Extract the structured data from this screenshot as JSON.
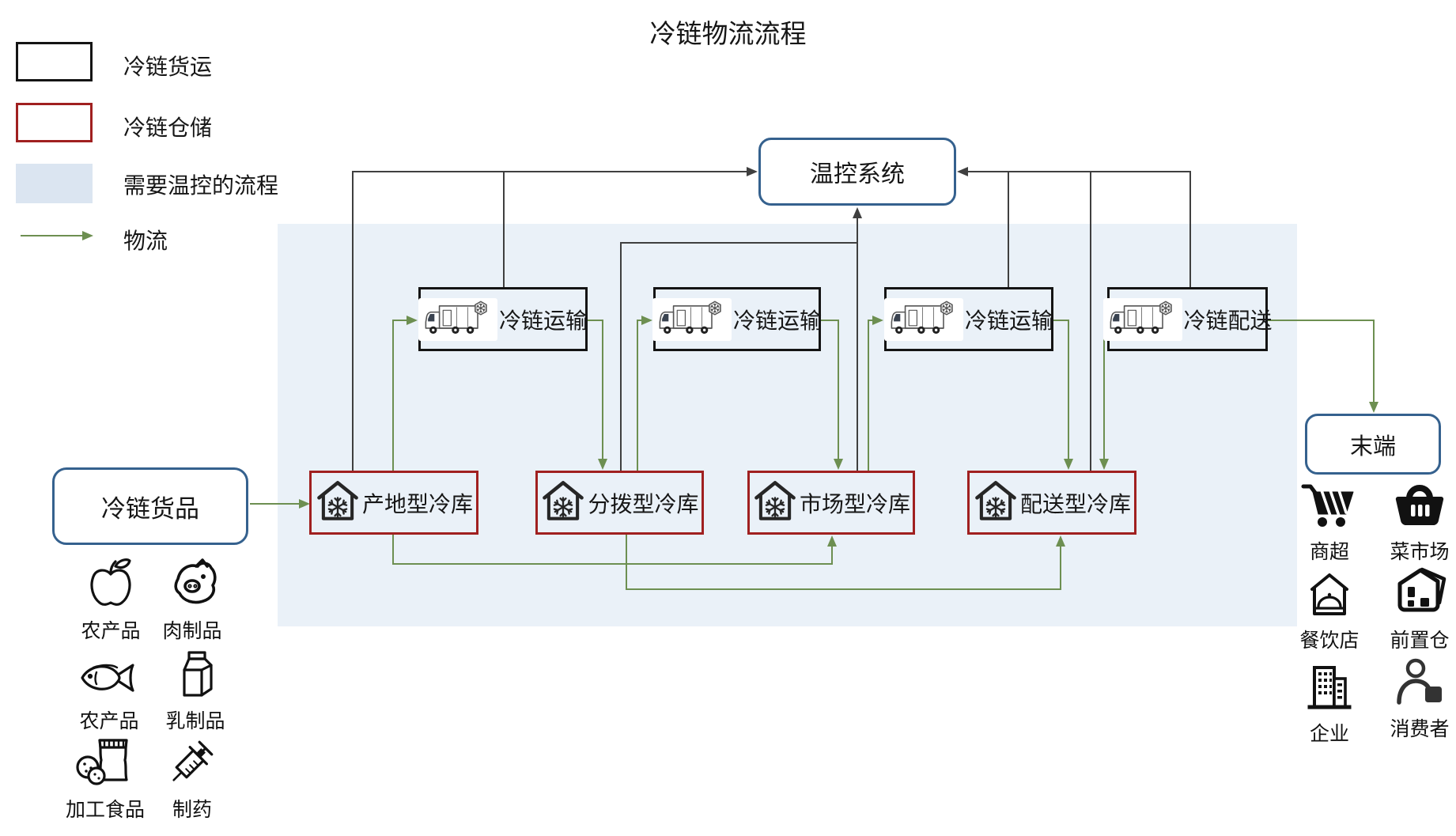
{
  "title": "冷链物流流程",
  "legend": {
    "freight_label": "冷链货运",
    "storage_label": "冷链仓储",
    "temp_label": "需要温控的流程",
    "logistics_label": "物流"
  },
  "colors": {
    "freight_border": "#141414",
    "storage_border": "#a02020",
    "temp_zone_fill": "#eaf1f8",
    "legend_temp_fill": "#dbe5f1",
    "logistics_green": "#6d8f51",
    "monitor_line": "#3f3f3f",
    "node_border_blue": "#35618e"
  },
  "nodes": {
    "temp_control": {
      "label": "温控系统"
    },
    "goods": {
      "label": "冷链货品"
    },
    "terminal": {
      "label": "末端"
    },
    "transports": [
      {
        "label": "冷链运输",
        "icon": "refrigerated-truck"
      },
      {
        "label": "冷链运输",
        "icon": "refrigerated-truck"
      },
      {
        "label": "冷链运输",
        "icon": "refrigerated-truck"
      },
      {
        "label": "冷链配送",
        "icon": "refrigerated-truck"
      }
    ],
    "storages": [
      {
        "label": "产地型冷库",
        "icon": "cold-house"
      },
      {
        "label": "分拨型冷库",
        "icon": "cold-house"
      },
      {
        "label": "市场型冷库",
        "icon": "cold-house"
      },
      {
        "label": "配送型冷库",
        "icon": "cold-house"
      }
    ]
  },
  "goods_types": [
    {
      "icon": "apple",
      "label": "农产品"
    },
    {
      "icon": "pig",
      "label": "肉制品"
    },
    {
      "icon": "fish",
      "label": "农产品"
    },
    {
      "icon": "milk",
      "label": "乳制品"
    },
    {
      "icon": "snack",
      "label": "加工食品"
    },
    {
      "icon": "syringe",
      "label": "制药"
    }
  ],
  "terminal_types": [
    {
      "icon": "cart",
      "label": "商超"
    },
    {
      "icon": "basket",
      "label": "菜市场"
    },
    {
      "icon": "restaurant",
      "label": "餐饮店"
    },
    {
      "icon": "warehouse",
      "label": "前置仓"
    },
    {
      "icon": "building",
      "label": "企业"
    },
    {
      "icon": "consumer",
      "label": "消费者"
    }
  ]
}
